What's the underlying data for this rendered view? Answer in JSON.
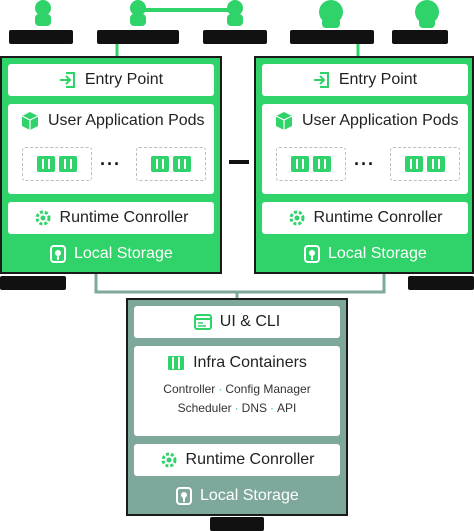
{
  "colors": {
    "accent": "#2fd36a",
    "gray_panel": "#7ea89b",
    "frame": "#1a1a1a"
  },
  "left_cluster": {
    "entry_point": "Entry Point",
    "user_pods": "User Application Pods",
    "runtime": "Runtime Conroller",
    "storage": "Local Storage",
    "dots": "···"
  },
  "right_cluster": {
    "entry_point": "Entry Point",
    "user_pods": "User Application Pods",
    "runtime": "Runtime Conroller",
    "storage": "Local Storage",
    "dots": "···"
  },
  "bottom_cluster": {
    "ui_cli": "UI & CLI",
    "infra": "Infra Containers",
    "infra_items": {
      "controller": "Controller",
      "config_manager": "Config Manager",
      "scheduler": "Scheduler",
      "dns": "DNS",
      "api": "API",
      "sep": "·"
    },
    "runtime": "Runtime Conroller",
    "storage": "Local Storage"
  },
  "icons": {
    "entry": "entry-arrow-icon",
    "cube": "cube-icon",
    "gear": "gear-icon",
    "storage": "storage-icon",
    "ui": "window-icon",
    "infra": "containers-icon"
  }
}
